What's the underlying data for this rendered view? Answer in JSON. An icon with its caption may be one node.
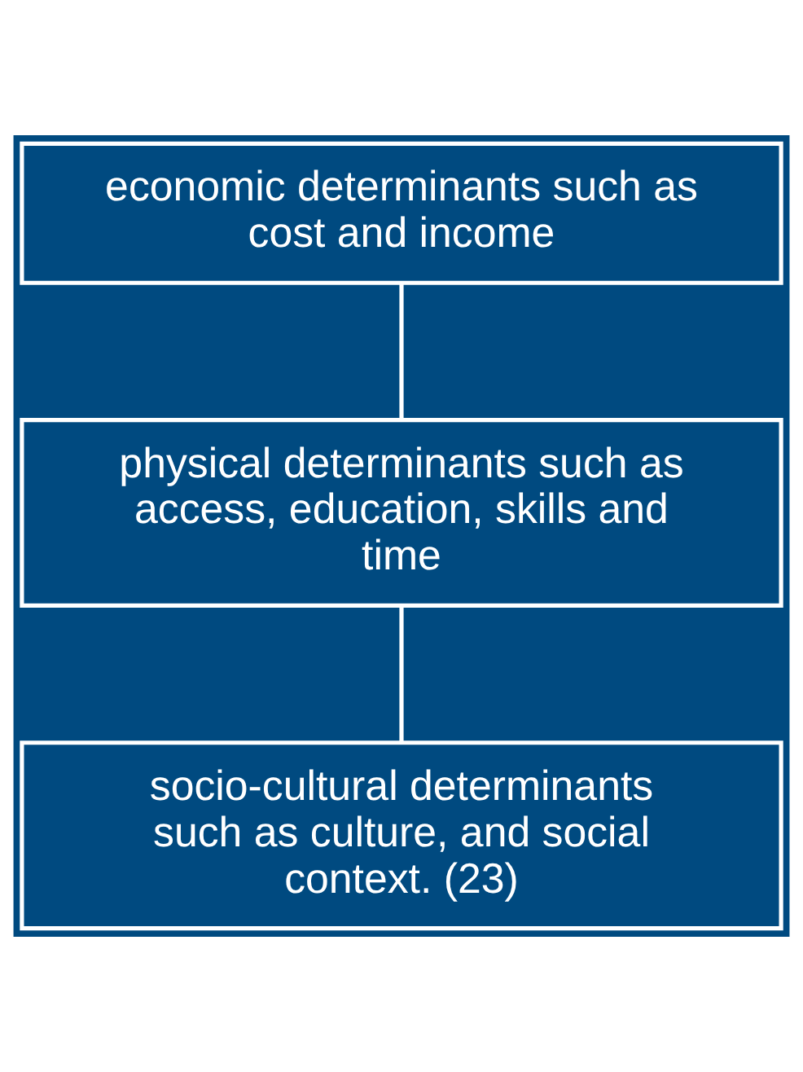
{
  "diagram": {
    "nodes": [
      {
        "text": [
          "economic determinants such as cost and income"
        ]
      },
      {
        "text": [
          "physical determinants such as access, education, skills and time"
        ]
      },
      {
        "text": [
          "socio-cultural determinants such as culture, and social context. (23)"
        ]
      }
    ],
    "edges": [
      {
        "from": 0,
        "to": 1,
        "arrow": "none"
      },
      {
        "from": 1,
        "to": 2,
        "arrow": "none"
      }
    ]
  }
}
